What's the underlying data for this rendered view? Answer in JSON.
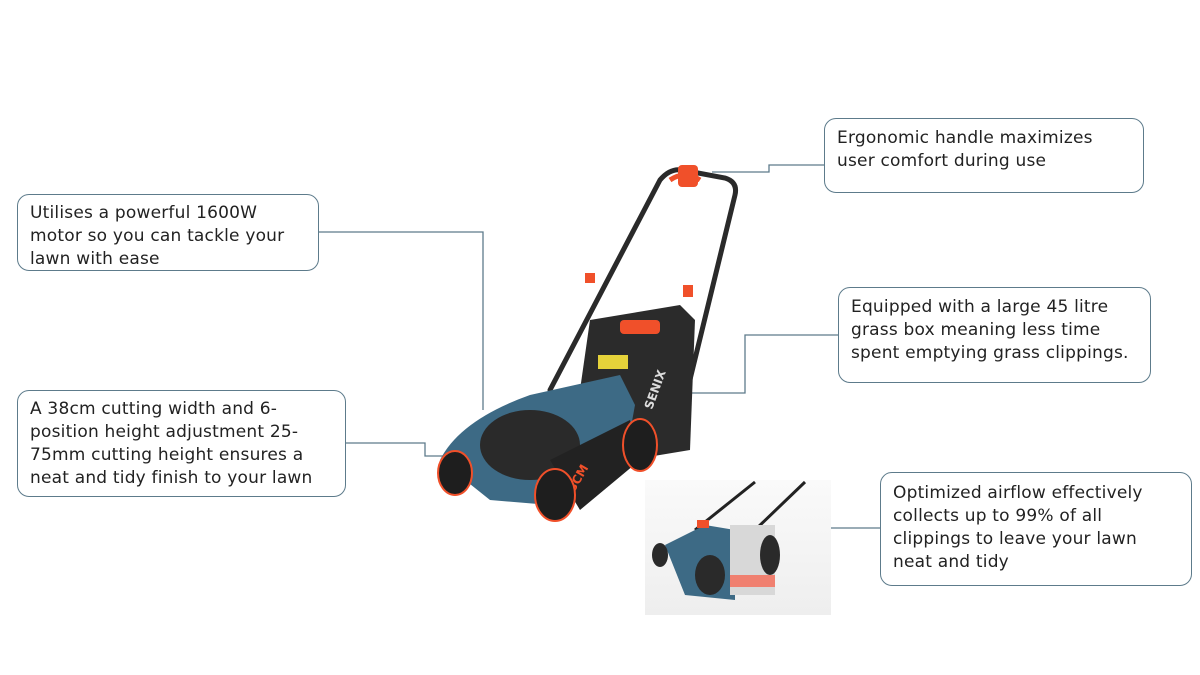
{
  "callouts": {
    "handle": [
      "Ergonomic handle maximizes",
      "user comfort during use"
    ],
    "motor": [
      "Utilises a powerful 1600W",
      "motor so you can tackle your",
      "lawn with ease"
    ],
    "grass_box": [
      "Equipped with a large 45 litre",
      "grass box meaning less time",
      "spent emptying grass clippings."
    ],
    "cutting": [
      "A 38cm cutting width and 6-",
      "position height adjustment 25-",
      "75mm cutting height ensures a",
      "neat and tidy finish to your lawn"
    ],
    "airflow": [
      "Optimized airflow effectively",
      "collects up to 99% of all",
      "clippings to leave your lawn",
      "neat and tidy"
    ]
  },
  "product": {
    "brand": "SENIX",
    "width_badge": "38CM"
  },
  "colors": {
    "accent": "#f0502a",
    "body": "#3d6a85",
    "line": "#5d7b8b"
  }
}
